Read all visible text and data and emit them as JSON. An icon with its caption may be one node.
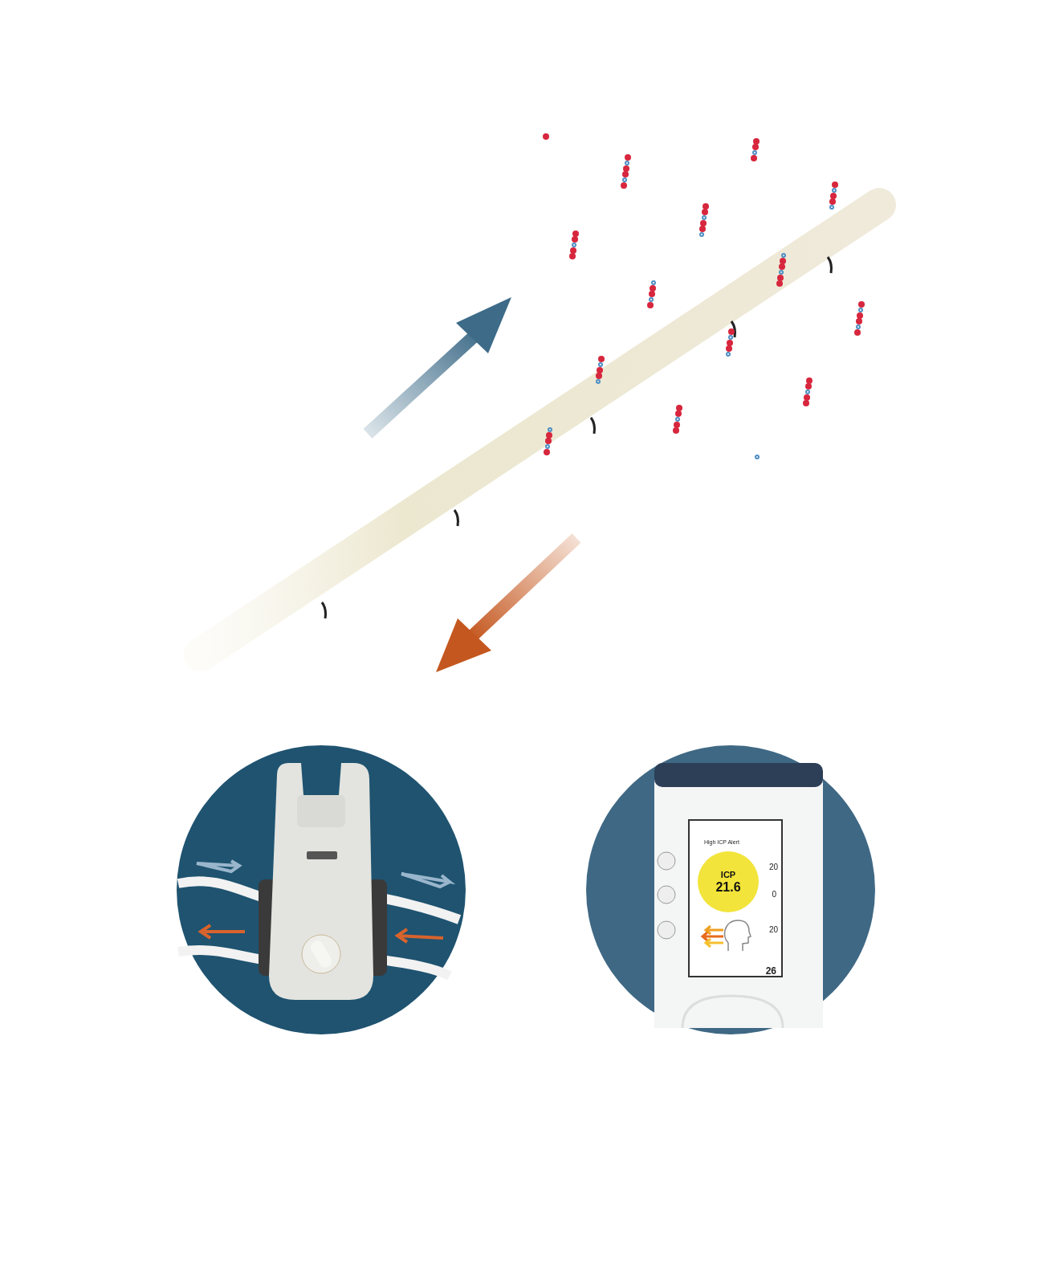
{
  "diagram": {
    "labels": [
      "High ICP Alert",
      "ICP",
      "21.6",
      "20",
      "0",
      "20",
      "26"
    ]
  }
}
